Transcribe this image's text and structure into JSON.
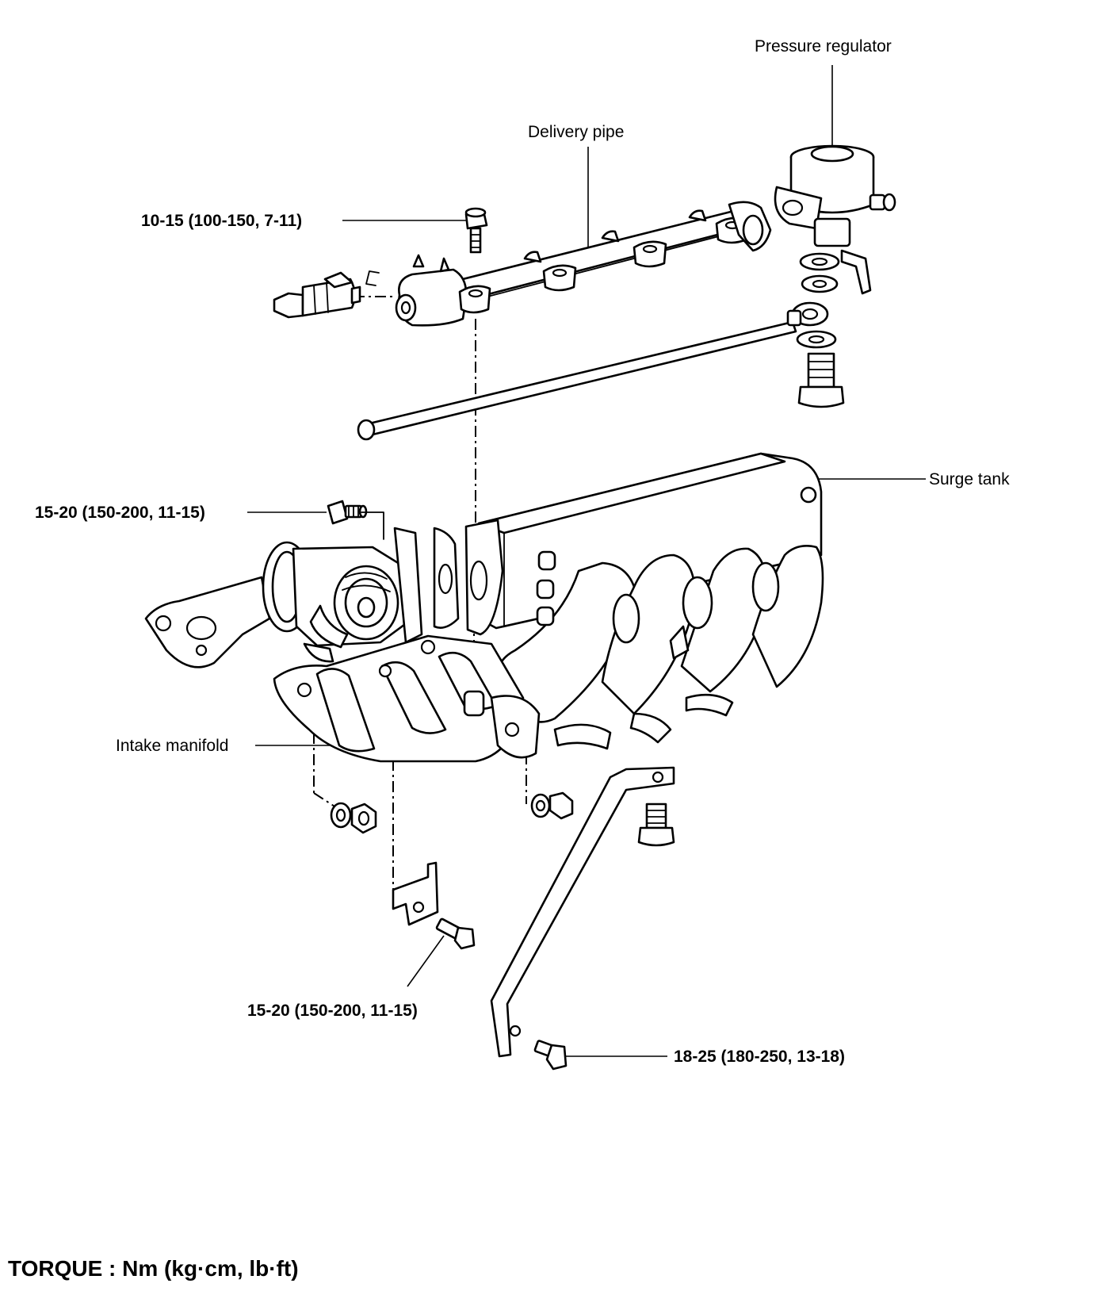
{
  "labels": {
    "pressure_regulator": "Pressure regulator",
    "delivery_pipe": "Delivery pipe",
    "surge_tank": "Surge tank",
    "intake_manifold": "Intake manifold"
  },
  "torques": {
    "delivery_pipe_bolt": "10-15 (100-150, 7-11)",
    "throttle_body_bolt": "15-20 (150-200, 11-15)",
    "bracket_bolt": "15-20 (150-200, 11-15)",
    "stay_bolt": "18-25 (180-250, 13-18)"
  },
  "footer": "TORQUE : Nm (kg·cm, lb·ft)"
}
